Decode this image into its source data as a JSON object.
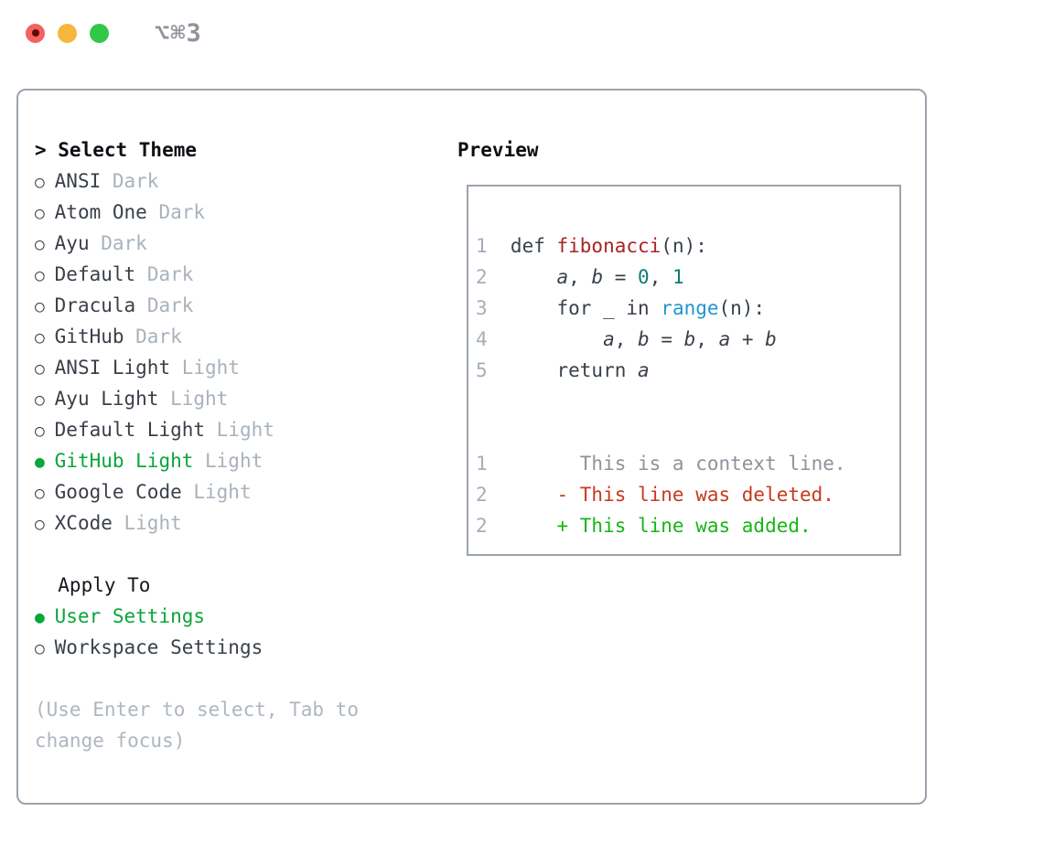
{
  "window": {
    "title": "⌥⌘3"
  },
  "theme_selector": {
    "prompt": ">",
    "header": "Select Theme",
    "marker_selected": "●",
    "marker_unselected": "○",
    "items": [
      {
        "name": "ANSI",
        "tag": "Dark",
        "selected": false
      },
      {
        "name": "Atom One",
        "tag": "Dark",
        "selected": false
      },
      {
        "name": "Ayu",
        "tag": "Dark",
        "selected": false
      },
      {
        "name": "Default",
        "tag": "Dark",
        "selected": false
      },
      {
        "name": "Dracula",
        "tag": "Dark",
        "selected": false
      },
      {
        "name": "GitHub",
        "tag": "Dark",
        "selected": false
      },
      {
        "name": "ANSI Light",
        "tag": "Light",
        "selected": false
      },
      {
        "name": "Ayu Light",
        "tag": "Light",
        "selected": false
      },
      {
        "name": "Default Light",
        "tag": "Light",
        "selected": false
      },
      {
        "name": "GitHub Light",
        "tag": "Light",
        "selected": true
      },
      {
        "name": "Google Code",
        "tag": "Light",
        "selected": false
      },
      {
        "name": "XCode",
        "tag": "Light",
        "selected": false
      }
    ]
  },
  "apply_to": {
    "header": "Apply To",
    "options": [
      {
        "label": "User Settings",
        "selected": true
      },
      {
        "label": "Workspace Settings",
        "selected": false
      }
    ]
  },
  "hint": "(Use Enter to select, Tab to\nchange focus)",
  "preview": {
    "header": "Preview",
    "code_lines": [
      {
        "num": "1",
        "segments": [
          {
            "t": "def ",
            "c": "code"
          },
          {
            "t": "fibonacci",
            "c": "func"
          },
          {
            "t": "(n):",
            "c": "code"
          }
        ]
      },
      {
        "num": "2",
        "segments": [
          {
            "t": "    ",
            "c": "code"
          },
          {
            "t": "a",
            "c": "var"
          },
          {
            "t": ", ",
            "c": "code"
          },
          {
            "t": "b",
            "c": "var"
          },
          {
            "t": " = ",
            "c": "code"
          },
          {
            "t": "0",
            "c": "num"
          },
          {
            "t": ", ",
            "c": "code"
          },
          {
            "t": "1",
            "c": "num"
          }
        ]
      },
      {
        "num": "3",
        "segments": [
          {
            "t": "    for _ in ",
            "c": "code"
          },
          {
            "t": "range",
            "c": "call"
          },
          {
            "t": "(n):",
            "c": "code"
          }
        ]
      },
      {
        "num": "4",
        "segments": [
          {
            "t": "        ",
            "c": "code"
          },
          {
            "t": "a",
            "c": "var"
          },
          {
            "t": ", ",
            "c": "code"
          },
          {
            "t": "b",
            "c": "var"
          },
          {
            "t": " = ",
            "c": "code"
          },
          {
            "t": "b",
            "c": "var"
          },
          {
            "t": ", ",
            "c": "code"
          },
          {
            "t": "a",
            "c": "var"
          },
          {
            "t": " + ",
            "c": "code"
          },
          {
            "t": "b",
            "c": "var"
          }
        ]
      },
      {
        "num": "5",
        "segments": [
          {
            "t": "    return ",
            "c": "code"
          },
          {
            "t": "a",
            "c": "var"
          }
        ]
      },
      {
        "num": "",
        "segments": []
      },
      {
        "num": "",
        "segments": []
      },
      {
        "num": "1",
        "segments": [
          {
            "t": "      This is a context line.",
            "c": "context"
          }
        ]
      },
      {
        "num": "2",
        "segments": [
          {
            "t": "    - This line was deleted.",
            "c": "deleted"
          }
        ]
      },
      {
        "num": "2",
        "segments": [
          {
            "t": "    + This line was added.",
            "c": "added"
          }
        ]
      }
    ]
  },
  "colors": {
    "selected_green": "#09a63a",
    "added_green": "#16b516",
    "deleted_red": "#c63a1e",
    "function_red": "#a82420",
    "number_teal": "#077d74",
    "call_blue": "#1f97ce",
    "context_gray": "#8d939c",
    "traffic_red": "#f4635e",
    "traffic_yellow": "#f6b73c",
    "traffic_green": "#33c748"
  }
}
